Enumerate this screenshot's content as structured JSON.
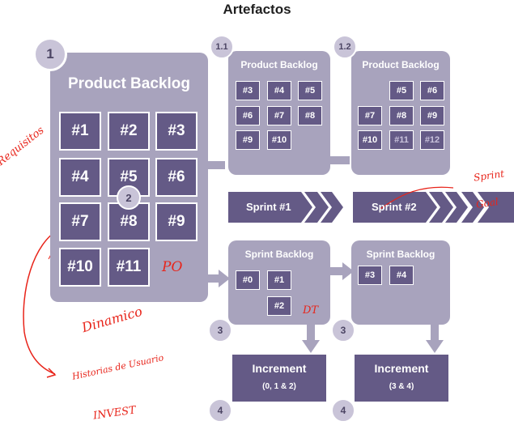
{
  "title": "Artefactos",
  "main_backlog": {
    "number": "1",
    "title": "Product Backlog",
    "items": [
      "#1",
      "#2",
      "#3",
      "#4",
      "#5",
      "#6",
      "#7",
      "#8",
      "#9",
      "#10",
      "#11"
    ],
    "overlay_number": "2"
  },
  "refined_1": {
    "number": "1.1",
    "title": "Product Backlog",
    "items": [
      "#3",
      "#4",
      "#5",
      "#6",
      "#7",
      "#8",
      "#9",
      "#10"
    ]
  },
  "refined_2": {
    "number": "1.2",
    "title": "Product Backlog",
    "items": [
      "#5",
      "#6",
      "#7",
      "#8",
      "#9",
      "#10",
      "#11",
      "#12"
    ]
  },
  "sprints": [
    "Sprint #1",
    "Sprint #2"
  ],
  "sprint_backlog_1": {
    "title": "Sprint Backlog",
    "number": "3",
    "items": [
      "#0",
      "#1",
      "#2"
    ]
  },
  "sprint_backlog_2": {
    "title": "Sprint Backlog",
    "number": "3",
    "items": [
      "#3",
      "#4"
    ]
  },
  "increment_1": {
    "title": "Increment",
    "sub": "(0, 1 & 2)",
    "number": "4"
  },
  "increment_2": {
    "title": "Increment",
    "sub": "(3 & 4)",
    "number": "4"
  },
  "annotations": {
    "requisitos": "Requisitos",
    "po": "PO",
    "dt": "DT",
    "sprint_goal_1": "Sprint",
    "sprint_goal_2": "Goal",
    "dinamico": "Dinamico",
    "historias": "Historias de Usuario",
    "invest": "INVEST"
  },
  "colors": {
    "panel": "#a8a3bd",
    "item": "#645a86",
    "annotation": "#e8241a"
  }
}
